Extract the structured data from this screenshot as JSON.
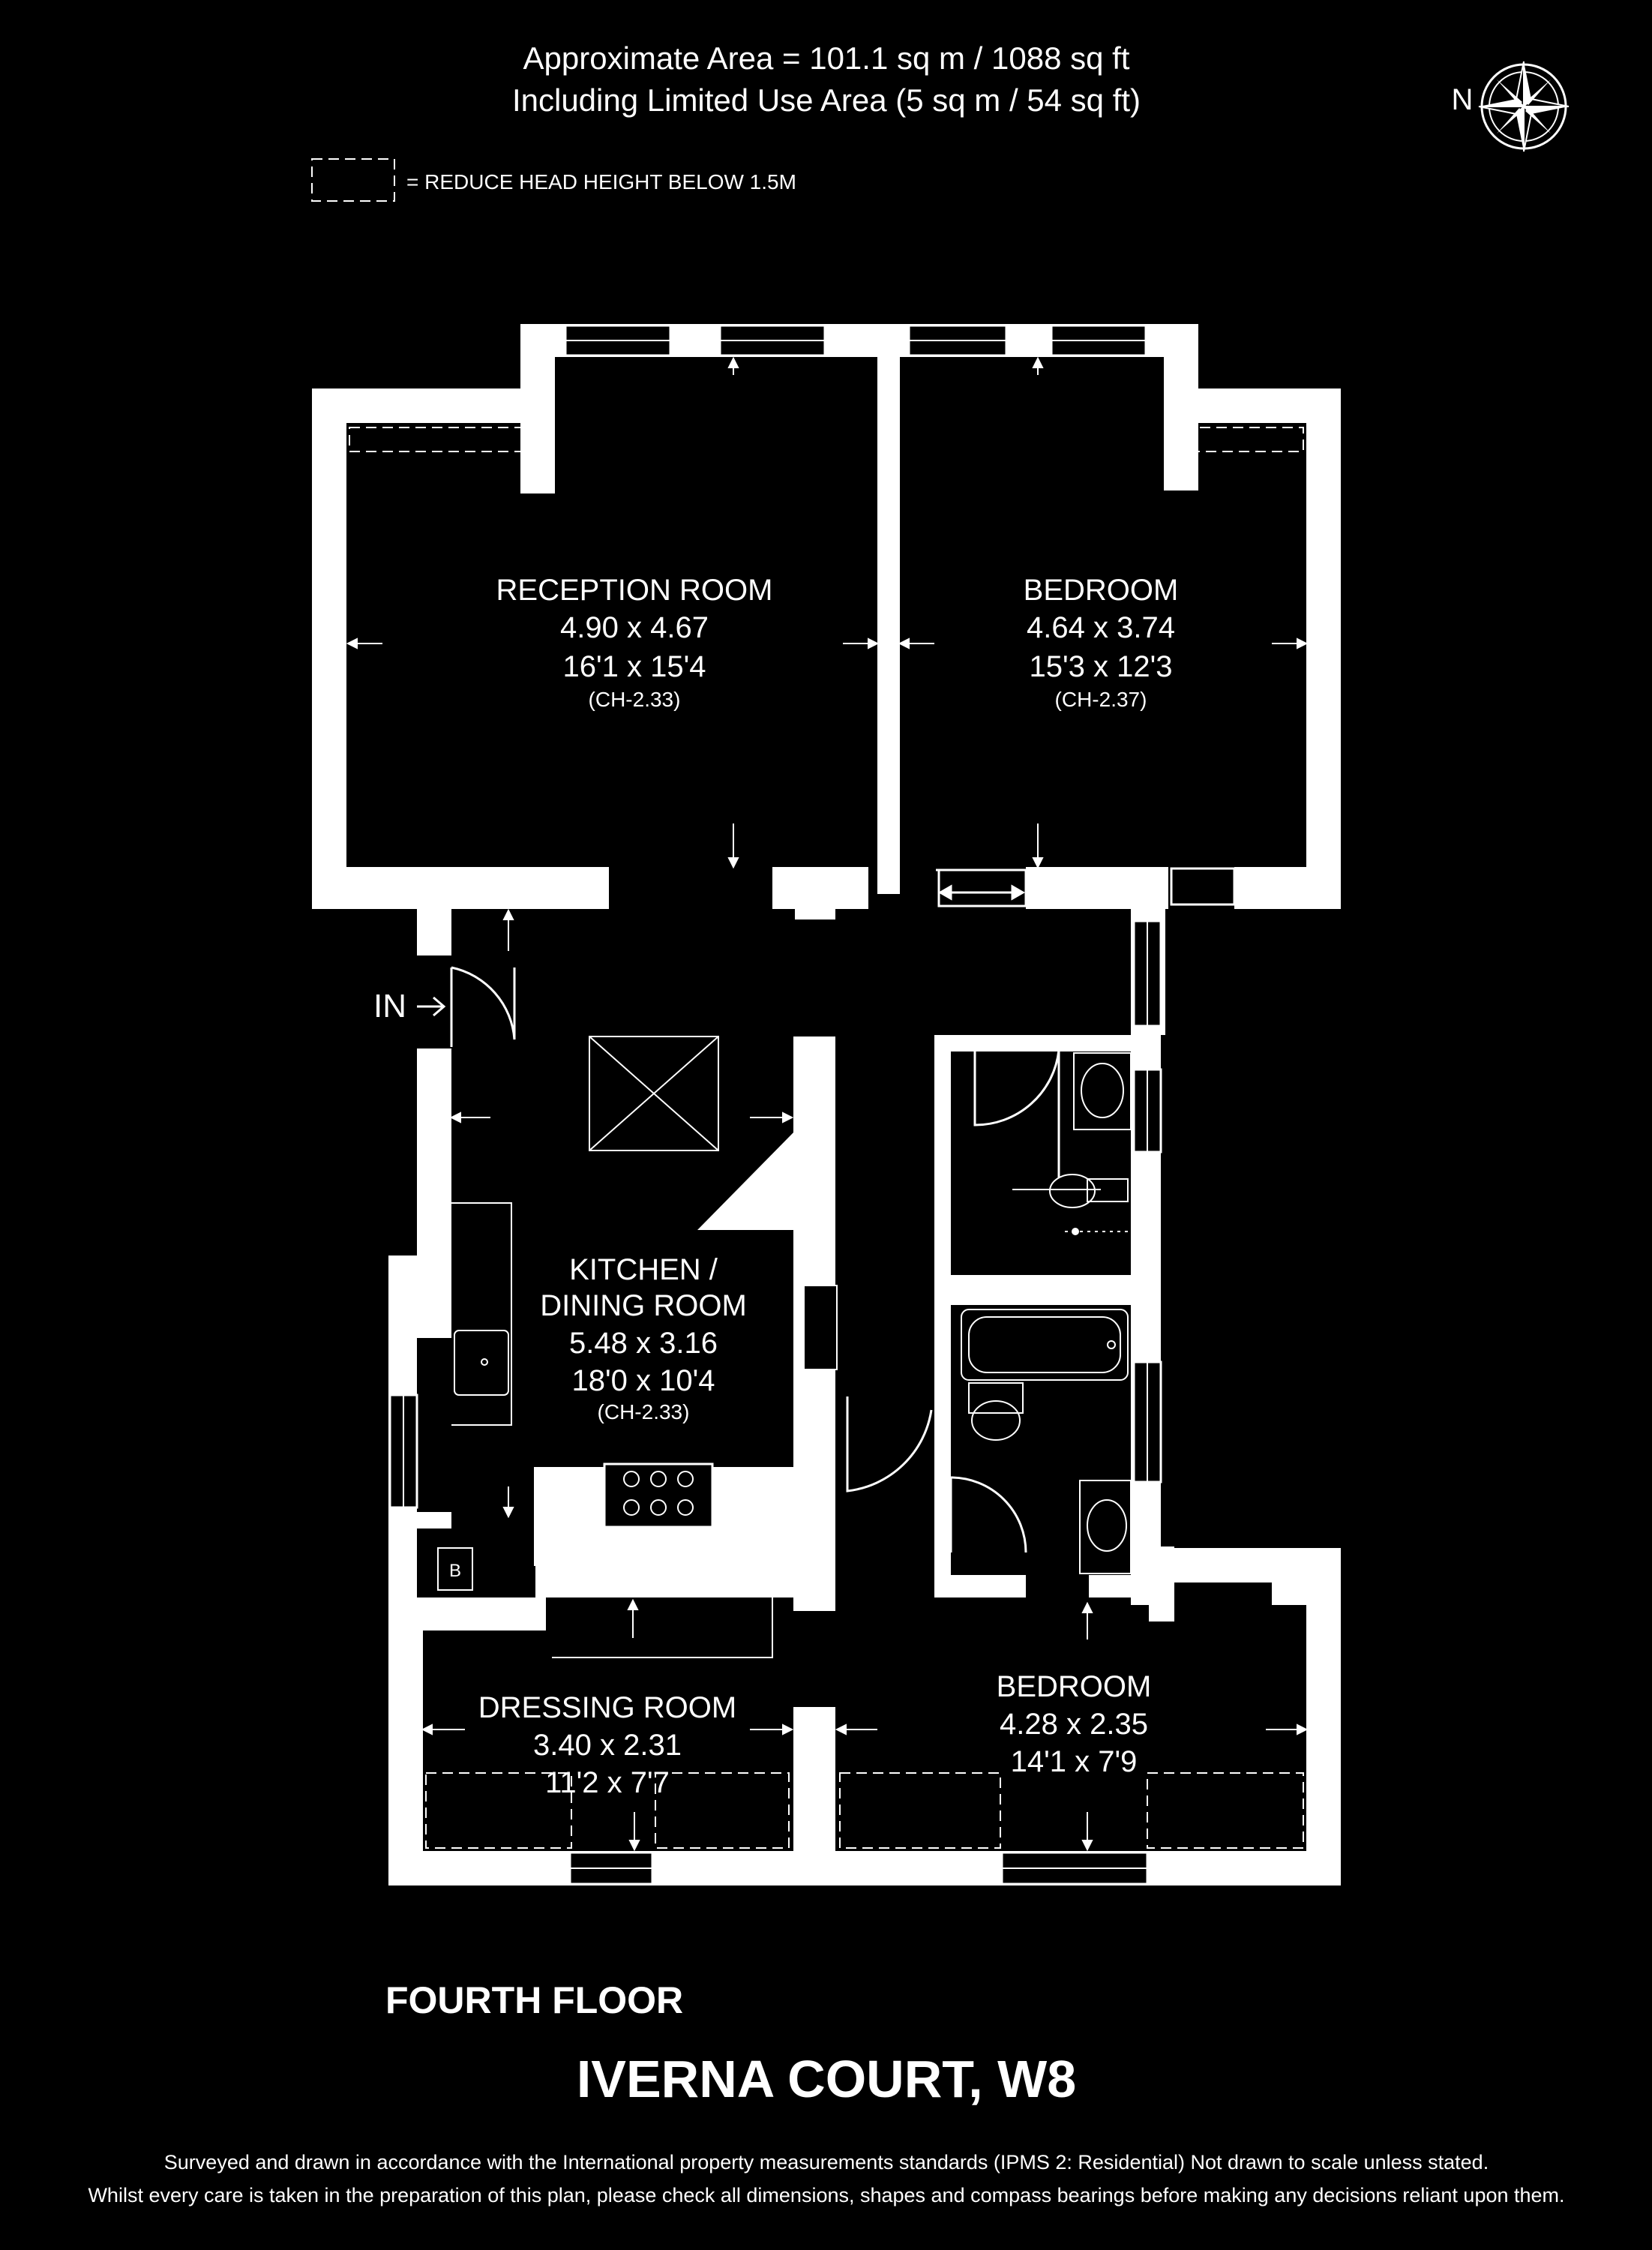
{
  "header": {
    "area_line": "Approximate Area = 101.1 sq m / 1088 sq ft",
    "limited_line": "Including Limited Use Area (5 sq m / 54 sq ft)",
    "legend_text": "= REDUCE HEAD HEIGHT BELOW 1.5M",
    "compass_letter": "N"
  },
  "entry_label": "IN",
  "rooms": {
    "reception": {
      "name": "RECEPTION ROOM",
      "metric": "4.90 x 4.67",
      "imperial": "16'1 x 15'4",
      "ceiling": "(CH-2.33)"
    },
    "bedroom1": {
      "name": "BEDROOM",
      "metric": "4.64 x 3.74",
      "imperial": "15'3 x 12'3",
      "ceiling": "(CH-2.37)"
    },
    "kitchen": {
      "name_line1": "KITCHEN /",
      "name_line2": "DINING ROOM",
      "metric": "5.48 x 3.16",
      "imperial": "18'0 x 10'4",
      "ceiling": "(CH-2.33)"
    },
    "dressing": {
      "name": "DRESSING ROOM",
      "metric": "3.40 x 2.31",
      "imperial": "11'2 x 7'7"
    },
    "bedroom2": {
      "name": "BEDROOM",
      "metric": "4.28 x 2.35",
      "imperial": "14'1 x 7'9"
    },
    "boiler": {
      "label": "B"
    }
  },
  "footer": {
    "floor": "FOURTH FLOOR",
    "property": "IVERNA COURT, W8",
    "disclaimer_line1": "Surveyed and drawn in accordance with the International property measurements standards (IPMS 2: Residential) Not drawn to scale unless stated.",
    "disclaimer_line2": "Whilst every care is taken in the preparation of this plan, please check all dimensions, shapes and compass bearings before making any decisions reliant upon them."
  },
  "colors": {
    "background": "#000000",
    "walls": "#ffffff",
    "lines": "#ffffff"
  }
}
